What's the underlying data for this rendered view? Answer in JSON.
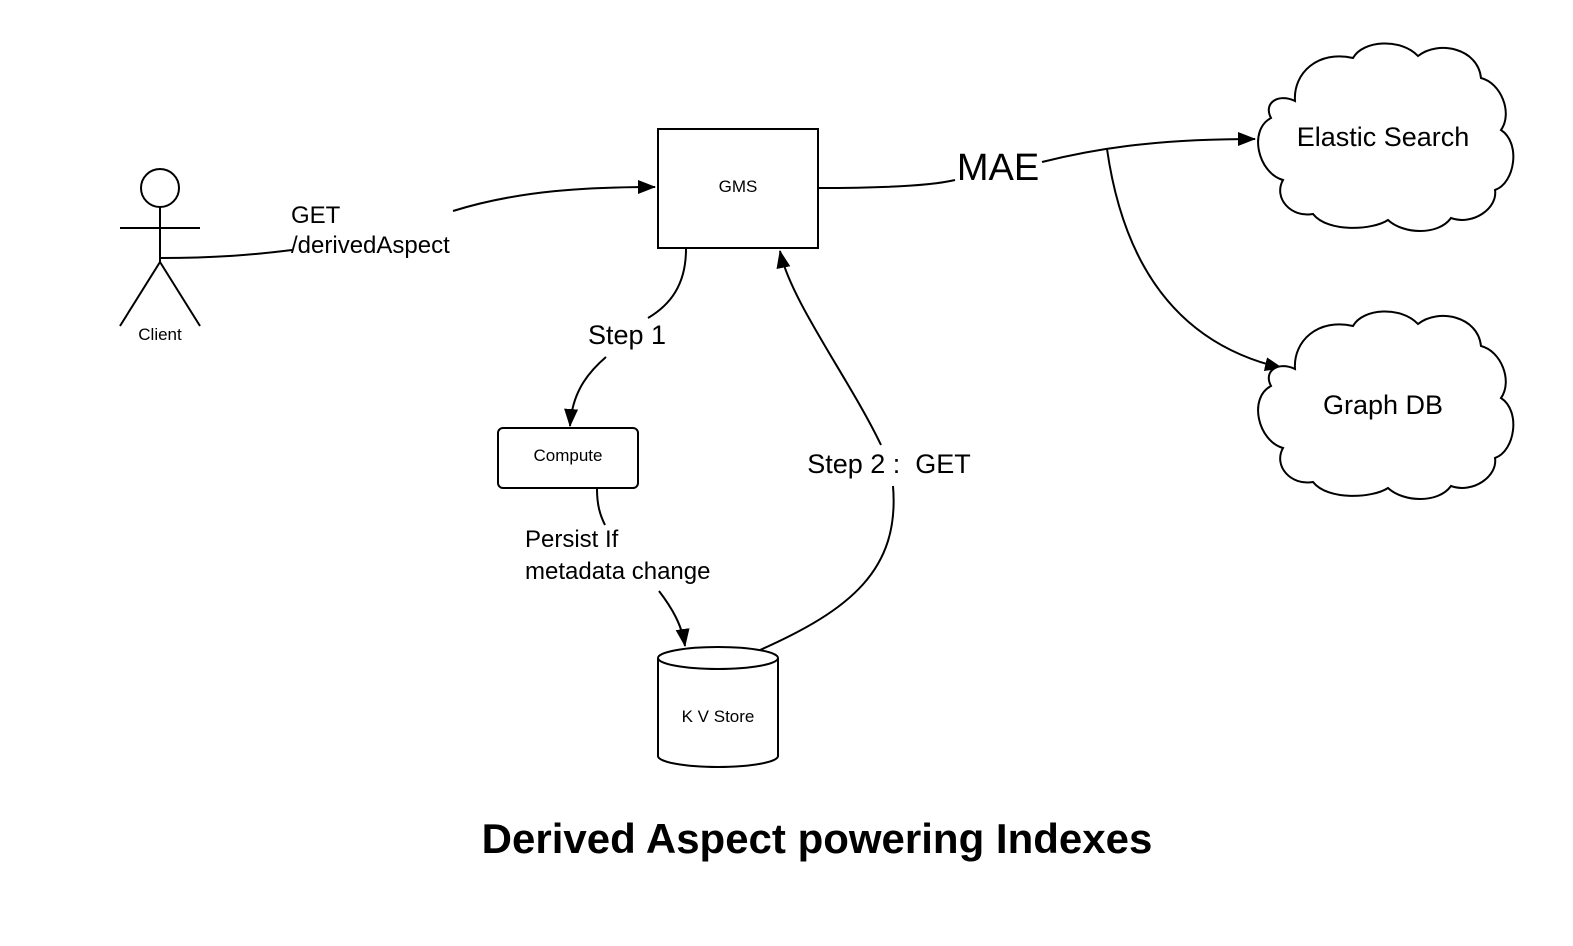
{
  "title": "Derived Aspect powering Indexes",
  "nodes": {
    "client": {
      "label": "Client",
      "shape": "actor"
    },
    "gms": {
      "label": "GMS",
      "shape": "rectangle"
    },
    "compute": {
      "label": "Compute",
      "shape": "rounded-rectangle"
    },
    "kv_store": {
      "label": "K V Store",
      "shape": "cylinder"
    },
    "elastic_search": {
      "label": "Elastic Search",
      "shape": "cloud"
    },
    "graph_db": {
      "label": "Graph DB",
      "shape": "cloud"
    }
  },
  "edges": {
    "client_to_gms": {
      "from": "Client",
      "to": "GMS",
      "label_line1": "GET",
      "label_line2": "/derivedAspect"
    },
    "gms_to_compute": {
      "from": "GMS",
      "to": "Compute",
      "label": "Step 1"
    },
    "compute_to_kv": {
      "from": "Compute",
      "to": "K V Store",
      "label_line1": "Persist If",
      "label_line2": "metadata change"
    },
    "kv_to_gms": {
      "from": "K V Store",
      "to": "GMS",
      "label": "Step 2 :  GET"
    },
    "gms_to_elastic": {
      "from": "GMS",
      "to": "Elastic Search",
      "label": "MAE"
    },
    "gms_to_graph": {
      "from": "GMS",
      "to": "Graph DB",
      "label": ""
    }
  },
  "colors": {
    "stroke": "#000000",
    "background": "#ffffff"
  }
}
